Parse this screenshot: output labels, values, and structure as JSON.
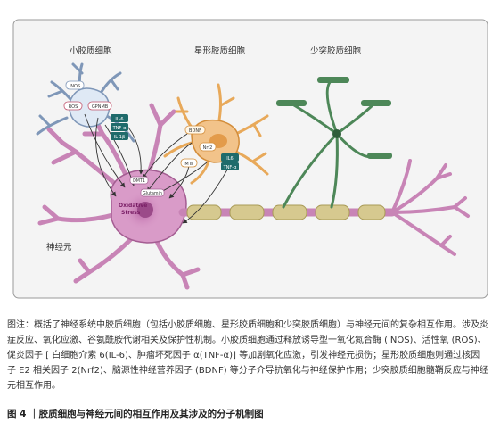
{
  "labels": {
    "microglia": "小胶质细胞",
    "astrocyte": "星形胶质细胞",
    "oligodendrocyte": "少突胶质细胞",
    "neuron": "神经元",
    "inos": "iNOS",
    "ros": "ROS",
    "gpnmb": "GPNMB",
    "il6_micro": "IL-6",
    "tnf_micro": "TNF-α",
    "il1b": "IL-1β",
    "bdnf": "BDNF",
    "nrf2": "Nrf2",
    "mt": "MTs",
    "il6_astro": "IL6",
    "tnf_astro": "TNF-α",
    "glutamine": "Glutamin",
    "dmt1": "DMT1",
    "oxidative_stress": "Oxidative Stress"
  },
  "caption": {
    "text": "图注：概括了神经系统中胶质细胞（包括小胶质细胞、星形胶质细胞和少突胶质细胞）与神经元间的复杂相互作用。涉及炎症反应、氧化应激、谷氨酰胺代谢相关及保护性机制。小胶质细胞通过释放诱导型一氧化氮合酶 (iNOS)、活性氧 (ROS)、促炎因子 [ 白细胞介素 6(IL-6)、肿瘤坏死因子 α(TNF-α)] 等加剧氧化应激，引发神经元损伤；星形胶质细胞则通过核因子 E2 相关因子 2(Nrf2)、脑源性神经营养因子 (BDNF) 等分子介导抗氧化与神经保护作用；少突胶质细胞髓鞘反应与神经元相互作用。"
  },
  "figure_title": "图 4 ｜胶质细胞与神经元间的相互作用及其涉及的分子机制图",
  "colors": {
    "panel_bg": "#f4f4f4",
    "neuron": "#d99bc8",
    "neuron_dark": "#a45d92",
    "microglia": "#dfe9f5",
    "microglia_edge": "#7f97b8",
    "astrocyte": "#f2c38a",
    "oligodendrocyte": "#4d8758",
    "myelin": "#d6c98f",
    "arrow": "#333333"
  }
}
